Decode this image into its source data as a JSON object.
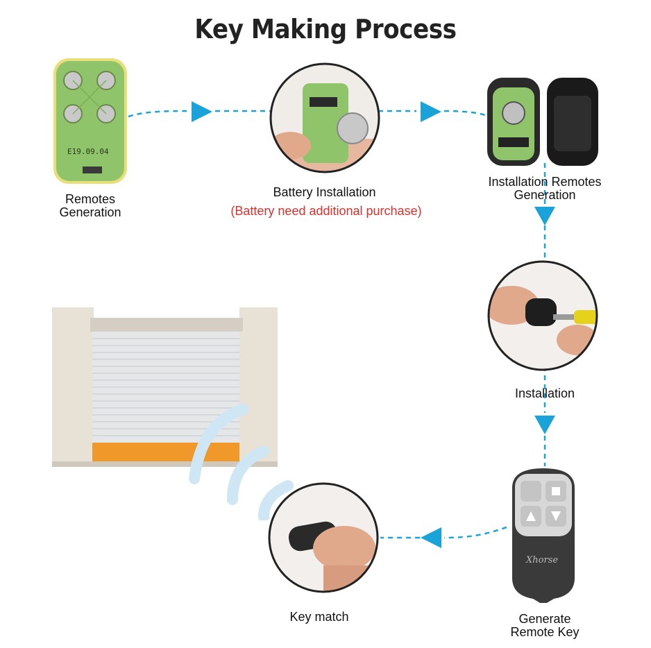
{
  "title": "Key Making Process",
  "steps": [
    {
      "id": "remotes-generation",
      "line1": "Remotes",
      "line2": "Generation"
    },
    {
      "id": "battery-installation",
      "line1": "Battery Installation",
      "note": "(Battery need additional purchase)"
    },
    {
      "id": "installation-remotes-generation",
      "line1": "Installation Remotes",
      "line2": "Generation"
    },
    {
      "id": "installation",
      "line1": "Installation"
    },
    {
      "id": "generate-remote-key",
      "line1": "Generate",
      "line2": "Remote Key"
    },
    {
      "id": "key-match",
      "line1": "Key match"
    }
  ],
  "pcb_marking": "E19.09.04",
  "remote_brand": "Xhorse",
  "colors": {
    "arrow": "#1aa3d9",
    "note": "#d9322c",
    "pcb": "#8fc46a",
    "door_stripe": "#f0982a"
  }
}
